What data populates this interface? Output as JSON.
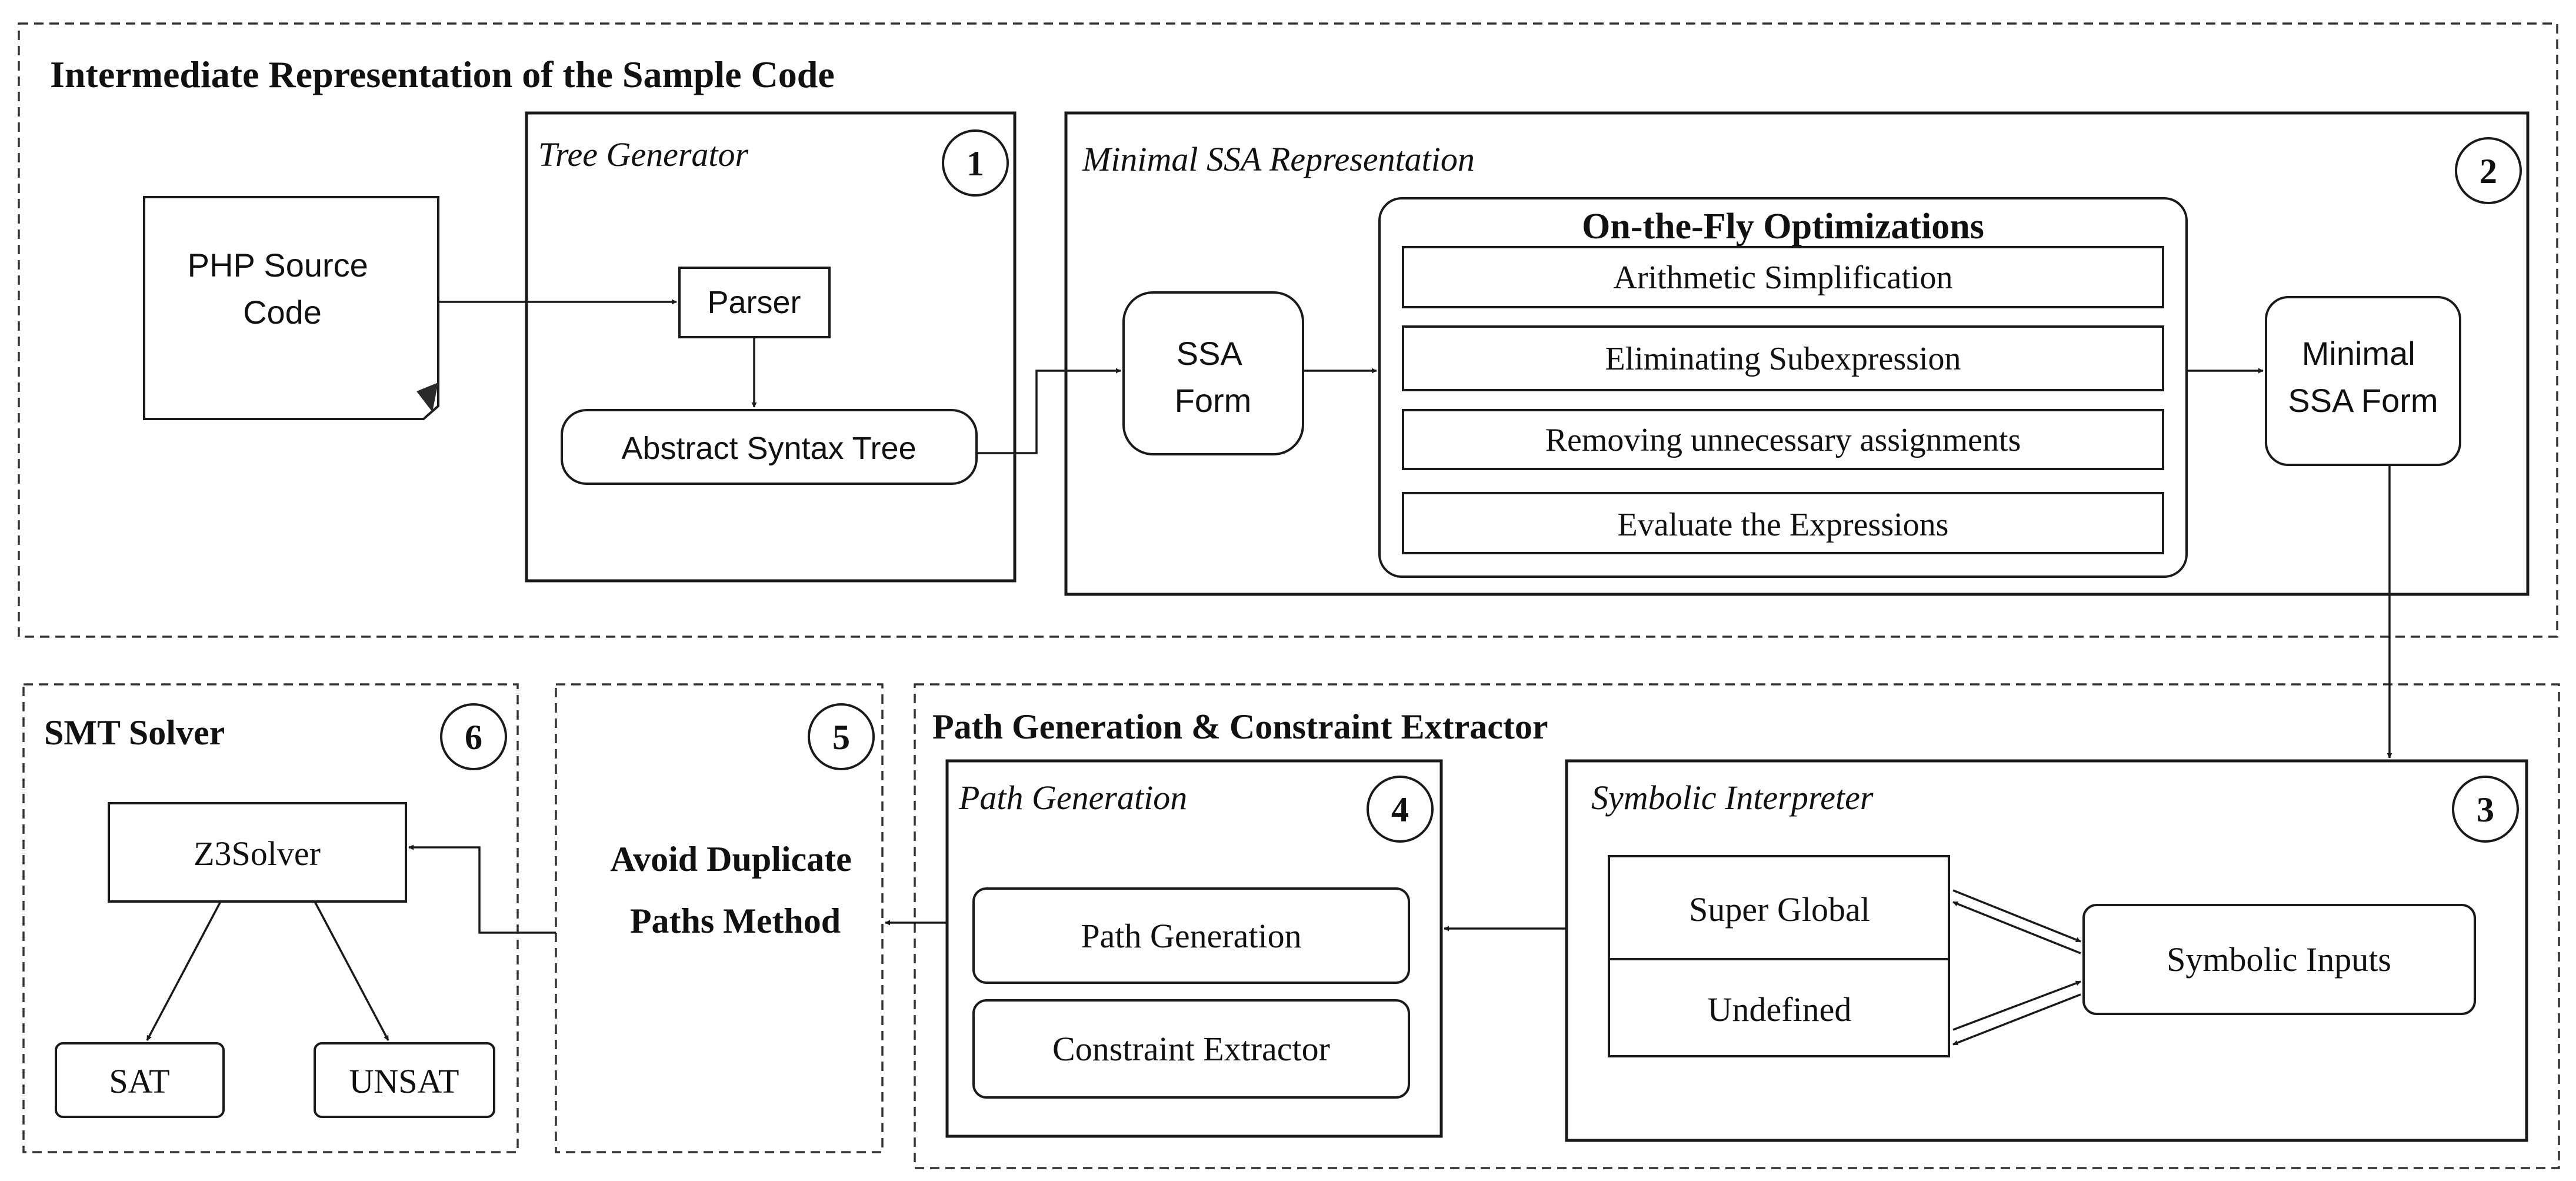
{
  "ir": {
    "title": "Intermediate Representation of the Sample Code",
    "source_doc": "PHP Source\nCode",
    "tree": {
      "title": "Tree Generator",
      "number": "1",
      "parser": "Parser",
      "ast": "Abstract Syntax Tree"
    },
    "ssa": {
      "title": "Minimal SSA Representation",
      "number": "2",
      "ssa_form": "SSA\nForm",
      "optimizations_title": "On-the-Fly Optimizations",
      "optimizations": [
        "Arithmetic Simplification",
        "Eliminating Subexpression",
        "Removing unnecessary assignments",
        "Evaluate the Expressions"
      ],
      "minimal_form": "Minimal\nSSA Form"
    }
  },
  "pgce": {
    "title": "Path Generation & Constraint Extractor",
    "symbolic": {
      "title": "Symbolic Interpreter",
      "number": "3",
      "super_global": "Super Global",
      "undefined": "Undefined",
      "inputs": "Symbolic Inputs"
    },
    "path_gen": {
      "title": "Path Generation",
      "number": "4",
      "items": [
        "Path Generation",
        "Constraint Extractor"
      ]
    }
  },
  "avoid": {
    "number": "5",
    "label": "Avoid Duplicate\nPaths Method"
  },
  "smt": {
    "title": "SMT Solver",
    "number": "6",
    "solver": "Z3Solver",
    "sat": "SAT",
    "unsat": "UNSAT"
  }
}
